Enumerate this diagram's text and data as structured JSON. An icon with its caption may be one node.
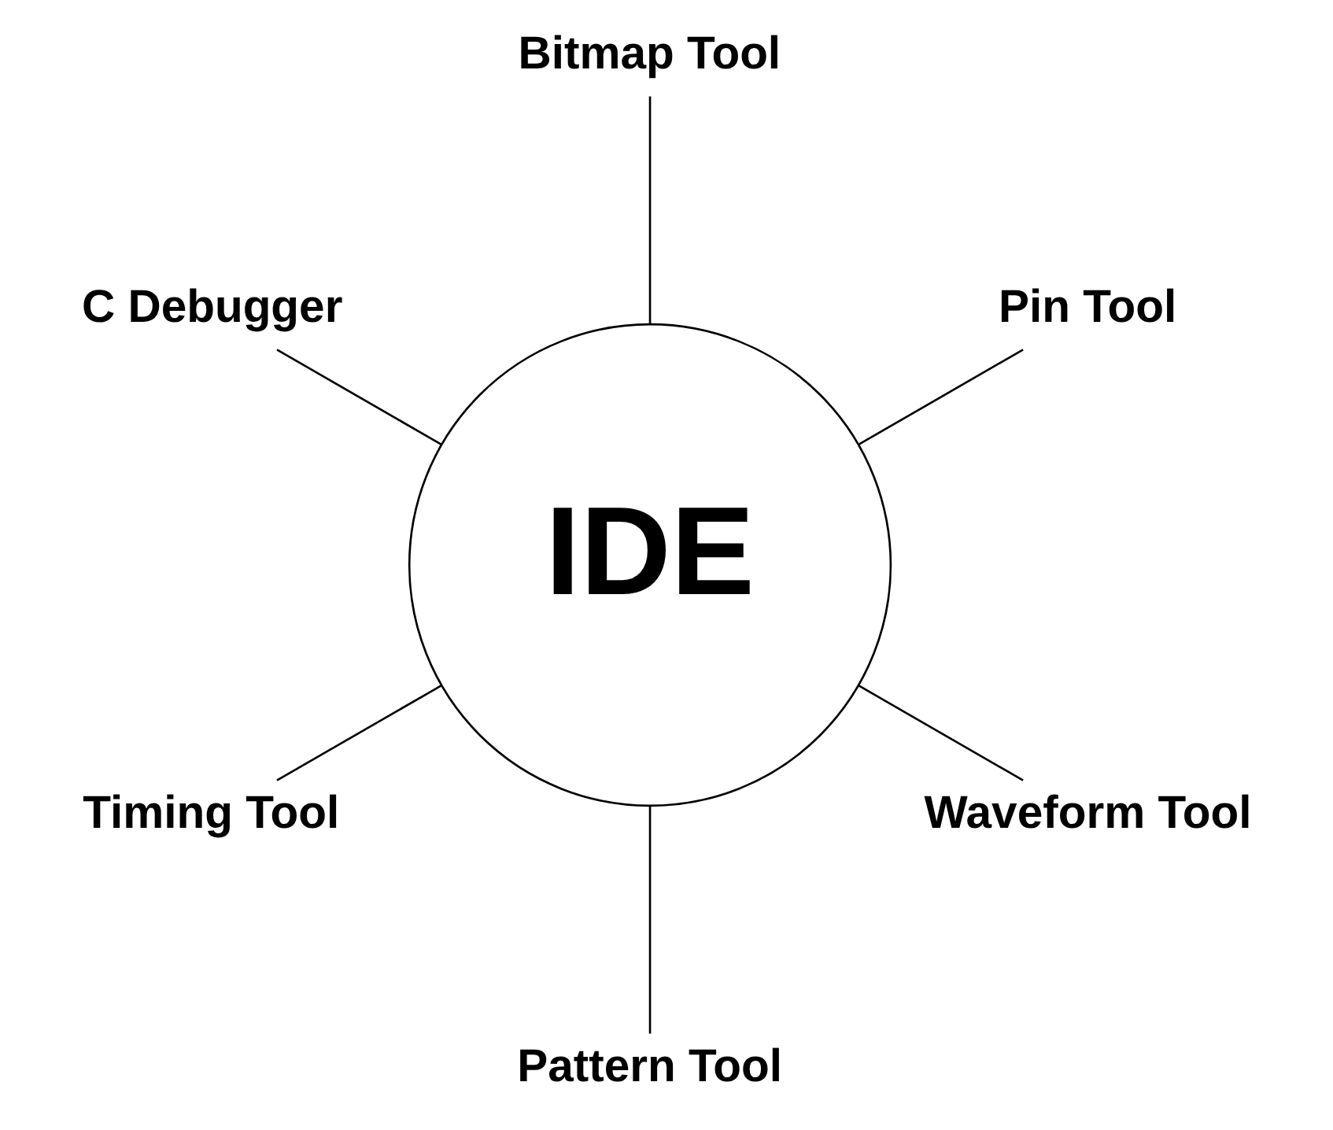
{
  "diagram": {
    "nodes": [
      {
        "text": [
          "Pin Tool"
        ]
      },
      {
        "text": [
          "Bitmap Tool"
        ]
      },
      {
        "text": [
          "C Debugger"
        ]
      },
      {
        "text": [
          "IDE"
        ]
      },
      {
        "text": [
          "Timing Tool"
        ]
      },
      {
        "text": [
          "Pattern Tool"
        ]
      },
      {
        "text": [
          "Waveform Tool"
        ]
      }
    ],
    "edges": [
      {
        "from": 3,
        "to": 0,
        "arrow": "none"
      },
      {
        "from": 3,
        "to": 2,
        "arrow": "none"
      },
      {
        "from": 3,
        "to": 5,
        "arrow": "none"
      },
      {
        "from": 3,
        "to": 6,
        "arrow": "none"
      },
      {
        "from": 3,
        "to": 4,
        "arrow": "none"
      },
      {
        "from": 3,
        "to": 1,
        "arrow": "none"
      }
    ]
  }
}
